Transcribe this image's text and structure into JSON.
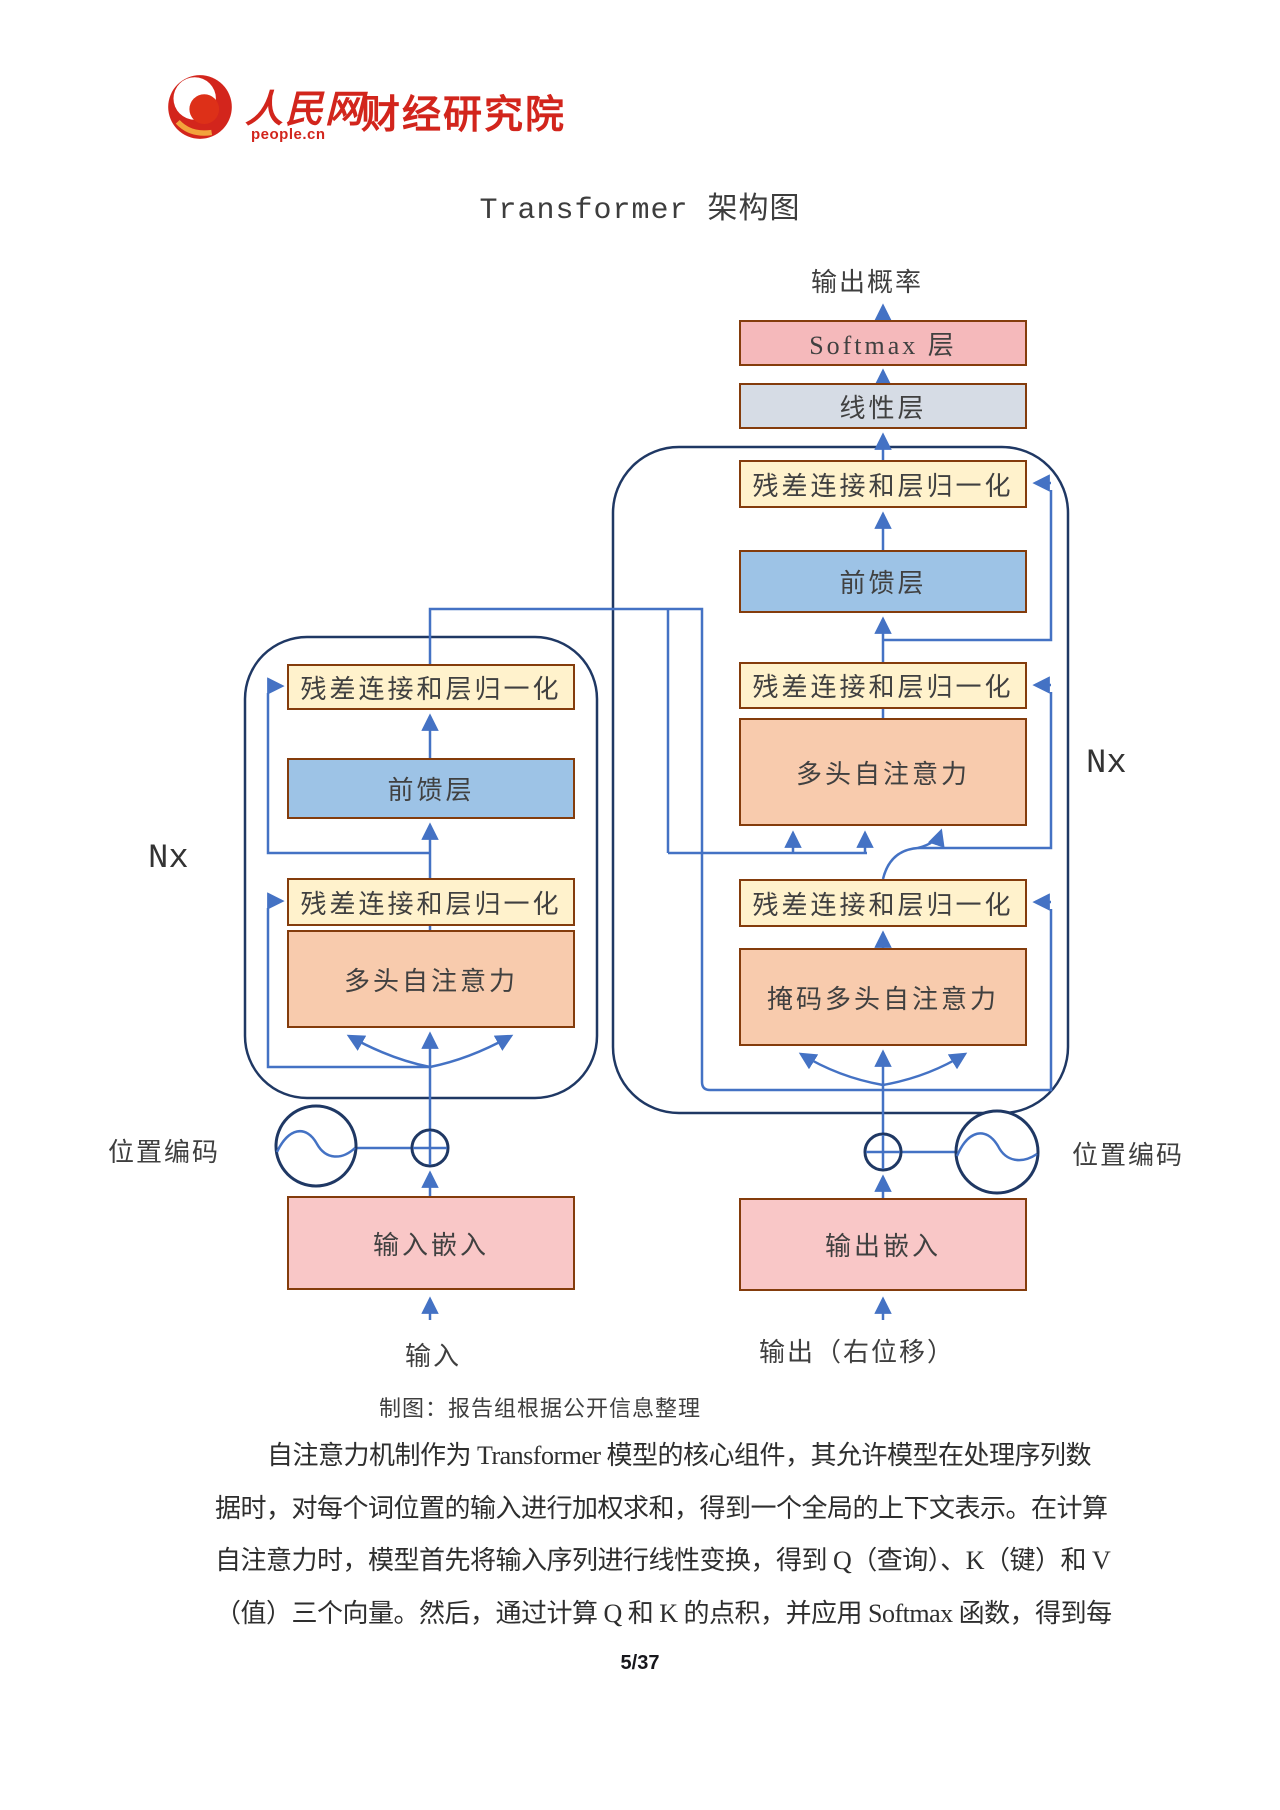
{
  "logo": {
    "brand": "人民网",
    "domain": "people.cn",
    "org": "财经研究院"
  },
  "title": "Transformer 架构图",
  "diagram": {
    "output_prob": "输出概率",
    "softmax": "Softmax 层",
    "linear": "线性层",
    "addnorm": "残差连接和层归一化",
    "ffn": "前馈层",
    "mha": "多头自注意力",
    "masked_mha": "掩码多头自注意力",
    "input_embed": "输入嵌入",
    "output_embed": "输出嵌入",
    "input_label": "输入",
    "output_label": "输出（右位移）",
    "pos_enc": "位置编码",
    "nx": "Nx",
    "colors": {
      "arrow_blue": "#4472c4",
      "container_navy": "#1f3864",
      "box_border_brown": "#843c0c",
      "softmax_pink": "#f5b9bb",
      "embed_pink": "#f9c7c7",
      "linear_gray": "#d6dce5",
      "addnorm_cream": "#fff2cc",
      "ffn_blue": "#9dc3e6",
      "attention_orange": "#f8cbad",
      "logo_red": "#d2251c"
    }
  },
  "caption": "制图：报告组根据公开信息整理",
  "paragraph": {
    "lines": [
      "自注意力机制作为 Transformer 模型的核心组件，其允许模型在处理序列数",
      "据时，对每个词位置的输入进行加权求和，得到一个全局的上下文表示。在计算",
      "自注意力时，模型首先将输入序列进行线性变换，得到 Q（查询）、K（键）和 V",
      "（值）三个向量。然后，通过计算 Q 和 K 的点积，并应用 Softmax 函数，得到每"
    ]
  },
  "page_number": "5/37"
}
